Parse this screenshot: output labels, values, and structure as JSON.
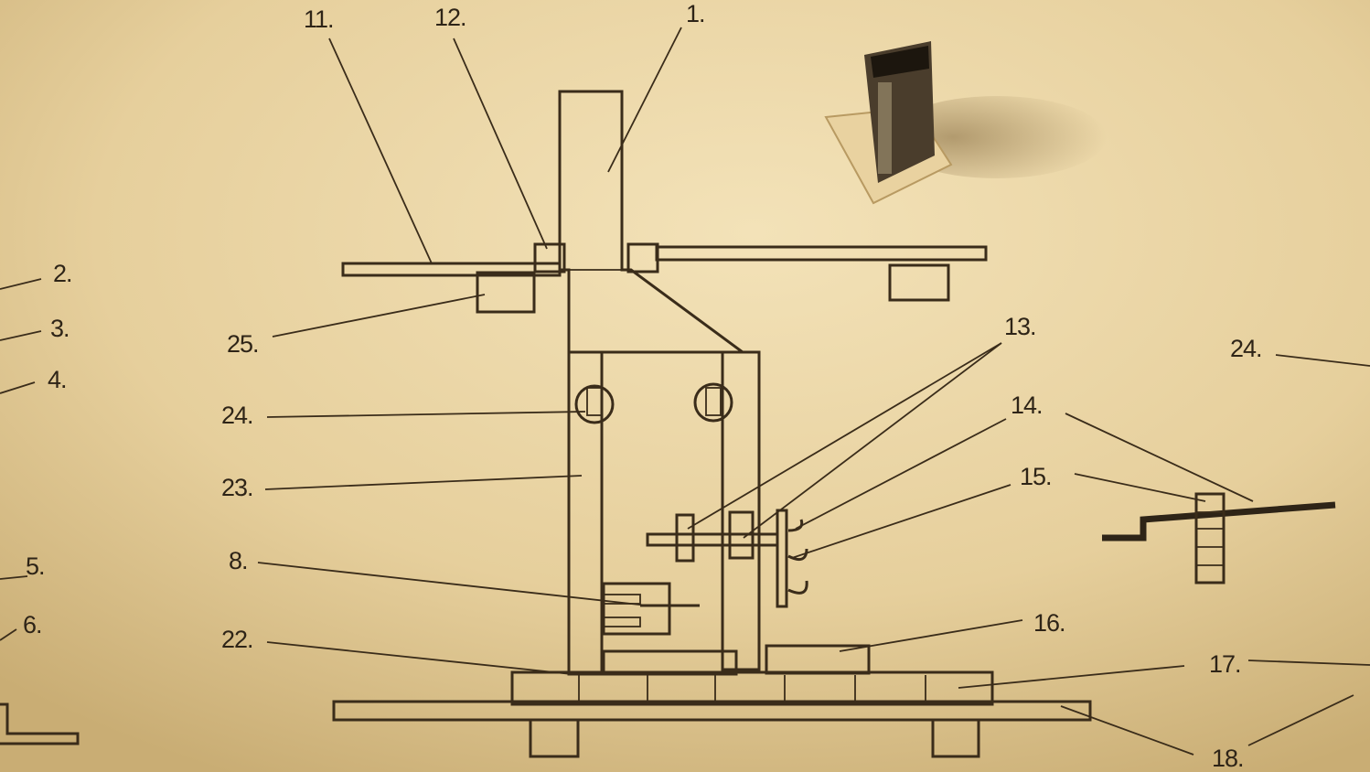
{
  "diagram": {
    "colors": {
      "paper": "#e6cf9c",
      "ink": "#3a2c1a",
      "model_wood": "#e9d2a0",
      "model_post": "#4a3d2c"
    },
    "labels": {
      "l1": "1.",
      "l2": "2.",
      "l3": "3.",
      "l4": "4.",
      "l5": "5.",
      "l6": "6.",
      "l8": "8.",
      "l11": "11.",
      "l12": "12.",
      "l13": "13.",
      "l14": "14.",
      "l15": "15.",
      "l16": "16.",
      "l17": "17.",
      "l18": "18.",
      "l22": "22.",
      "l23": "23.",
      "l24a": "24.",
      "l24b": "24.",
      "l25": "25."
    }
  }
}
